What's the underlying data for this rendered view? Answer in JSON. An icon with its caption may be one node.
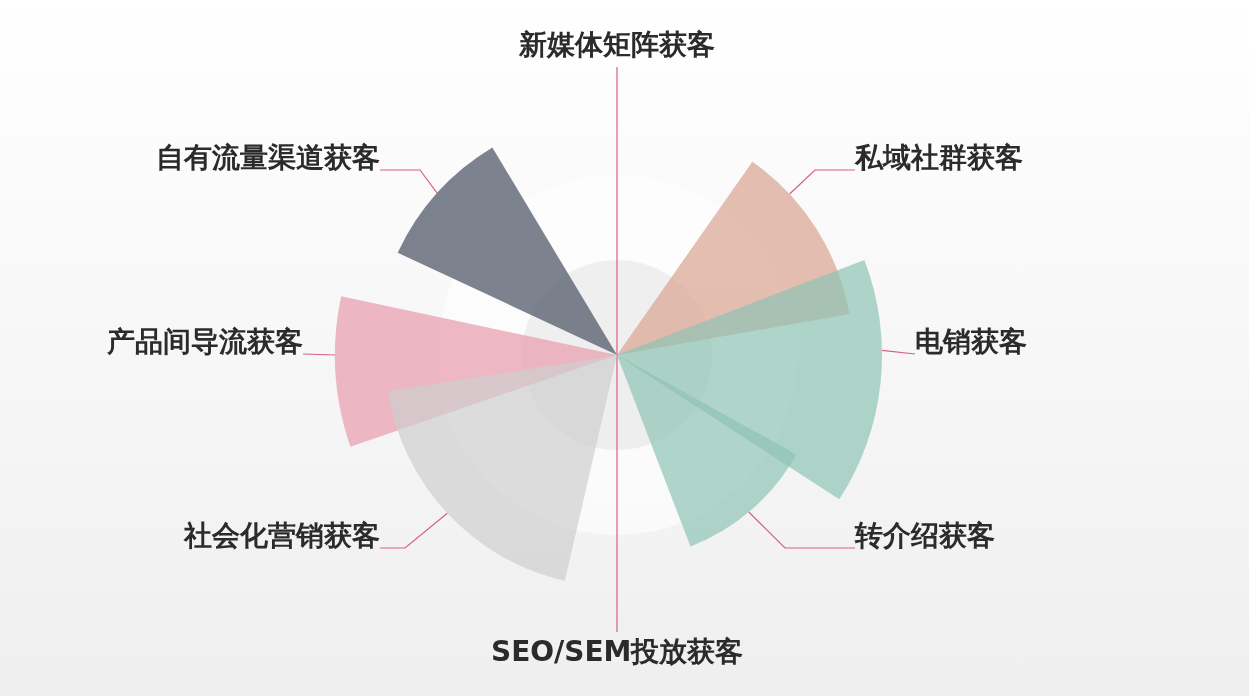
{
  "diagram": {
    "nodes": [
      {
        "text": [
          "新媒体矩阵获客"
        ]
      },
      {
        "text": [
          "自有流量渠道获客"
        ]
      },
      {
        "text": [
          "私域社群获客"
        ]
      },
      {
        "text": [
          "产品间导流获客"
        ]
      },
      {
        "text": [
          "电销获客"
        ]
      },
      {
        "text": [
          "社会化营销获客"
        ]
      },
      {
        "text": [
          "转介绍获客"
        ]
      },
      {
        "text": [
          "SEO/SEM投放获客"
        ]
      },
      {
        "text": [],
        "shape": "wedge"
      },
      {
        "text": [],
        "shape": "wedge"
      },
      {
        "text": [],
        "shape": "wedge"
      },
      {
        "text": [],
        "shape": "wedge"
      },
      {
        "text": [],
        "shape": "wedge"
      },
      {
        "text": [],
        "shape": "wedge"
      }
    ],
    "edges": [
      {
        "from": 0,
        "to": 7,
        "arrow": "none"
      },
      {
        "from": 1,
        "to": 8,
        "arrow": "none"
      },
      {
        "from": 2,
        "to": 9,
        "arrow": "none"
      },
      {
        "from": 4,
        "to": 10,
        "arrow": "none"
      },
      {
        "from": 3,
        "to": 11,
        "arrow": "none"
      },
      {
        "from": 5,
        "to": 12,
        "arrow": "none"
      },
      {
        "from": 6,
        "to": 13,
        "arrow": "none"
      }
    ]
  }
}
